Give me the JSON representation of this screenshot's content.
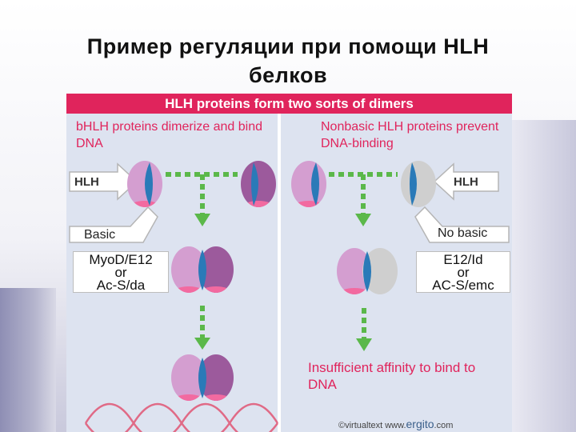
{
  "slide": {
    "title": "Пример регуляции при помощи HLH белков"
  },
  "figure": {
    "header": "HLH proteins form two sorts of dimers",
    "left_caption": "bHLH proteins dimerize and bind DNA",
    "right_caption": "Nonbasic HLH proteins prevent DNA-binding",
    "left_hlh_label": "HLH",
    "right_hlh_label": "HLH",
    "basic_label": "Basic",
    "no_basic_label": "No basic",
    "left_box": {
      "line1": "MyoD/E12",
      "line2": "or",
      "line3": "Ac-S/da"
    },
    "right_box": {
      "line1": "E12/Id",
      "line2": "or",
      "line3": "AC-S/emc"
    },
    "affinity_text": "Insufficient affinity to bind to DNA",
    "credit_prefix": "©virtualtext www.",
    "credit_brand": "ergito",
    "credit_suffix": ".com"
  },
  "colors": {
    "header": "#e0245c",
    "caption_text": "#e0245c",
    "protein_light": "#d49ed0",
    "protein_dark": "#9c5a9c",
    "helix_blue": "#2a7ab8",
    "basic_pink": "#f26aa0",
    "protein_grey": "#cfcfcf",
    "arrow_green": "#5bb84a",
    "dna": "#e06a86"
  },
  "icons": [
    "right-arrow-icon",
    "left-arrow-icon",
    "dashed-arrow-icon",
    "dna-helix-icon"
  ]
}
